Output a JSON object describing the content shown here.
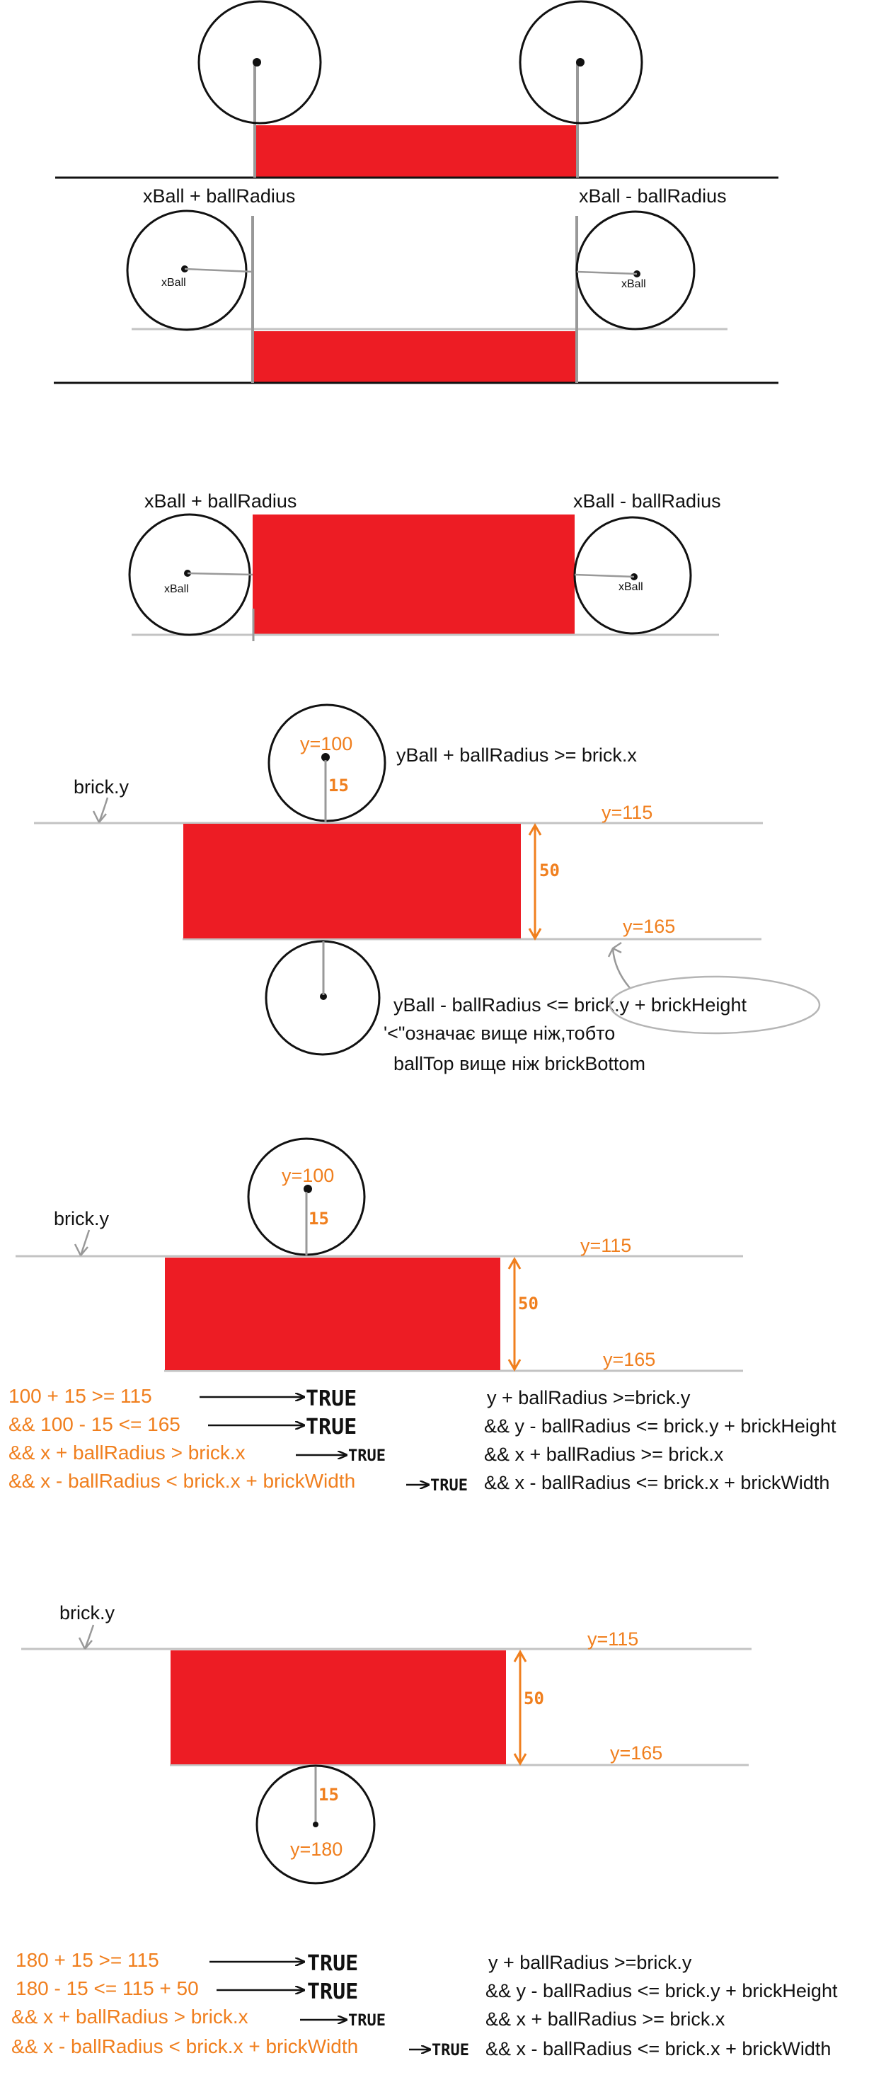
{
  "colors": {
    "brick": "#ed1c24",
    "note": "#f07f1e",
    "guide": "#c3c3c3",
    "ink": "#000000"
  },
  "labels": {
    "xball_plus": "xBall + ballRadius",
    "xball_minus": "xBall - ballRadius",
    "xball": "xBall",
    "brick_y": "brick.y",
    "y100": "y=100",
    "y115": "y=115",
    "y165": "y=165",
    "y180": "y=180",
    "r15": "15",
    "h50": "50",
    "cond_top": "yBall + ballRadius  >= brick.x",
    "cond_bottom": "yBall - ballRadius <= brick.y + brickHeight",
    "note_line1": "'<\"означає вище ніж,тобто",
    "note_line2": "ballTop вище ніж brickBottom",
    "true": "TRUE"
  },
  "checks": {
    "formulas": [
      "y + ballRadius >=brick.y",
      "&& y - ballRadius <=  brick.y + brickHeight",
      "&& x + ballRadius >=  brick.x",
      "&& x - ballRadius <=  brick.x + brickWidth"
    ],
    "case1": [
      "100 + 15 >= 115",
      "&& 100 - 15 <= 165",
      "&& x + ballRadius > brick.x",
      "&& x - ballRadius < brick.x + brickWidth"
    ],
    "case2": [
      "180 + 15 >= 115",
      "180 - 15 <= 115 + 50",
      "&& x + ballRadius > brick.x",
      "&& x - ballRadius < brick.x + brickWidth"
    ]
  }
}
